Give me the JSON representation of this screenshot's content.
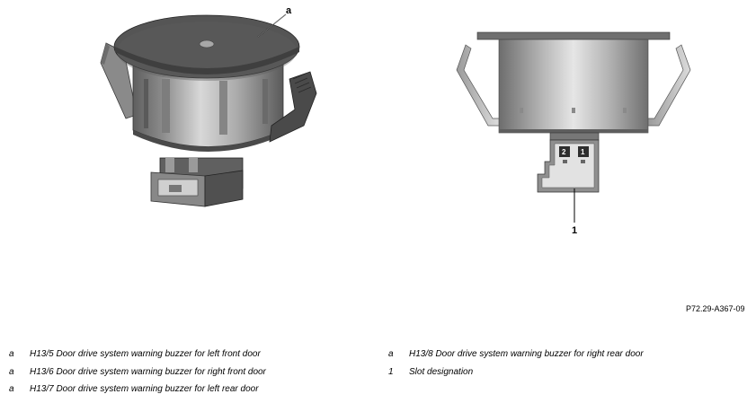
{
  "figure": {
    "callout_a": "a",
    "callout_1": "1",
    "pin_2": "2",
    "pin_1": "1",
    "reference_code": "P72.29-A367-09"
  },
  "legend": {
    "left": [
      {
        "key": "a",
        "text": "H13/5 Door drive system warning buzzer for left front door"
      },
      {
        "key": "a",
        "text": "H13/6 Door drive system warning buzzer for right front door"
      },
      {
        "key": "a",
        "text": "H13/7 Door drive system warning buzzer for left rear door"
      }
    ],
    "right": [
      {
        "key": "a",
        "text": "H13/8 Door drive system warning buzzer for right rear door"
      },
      {
        "key": "1",
        "text": "Slot designation"
      }
    ]
  }
}
